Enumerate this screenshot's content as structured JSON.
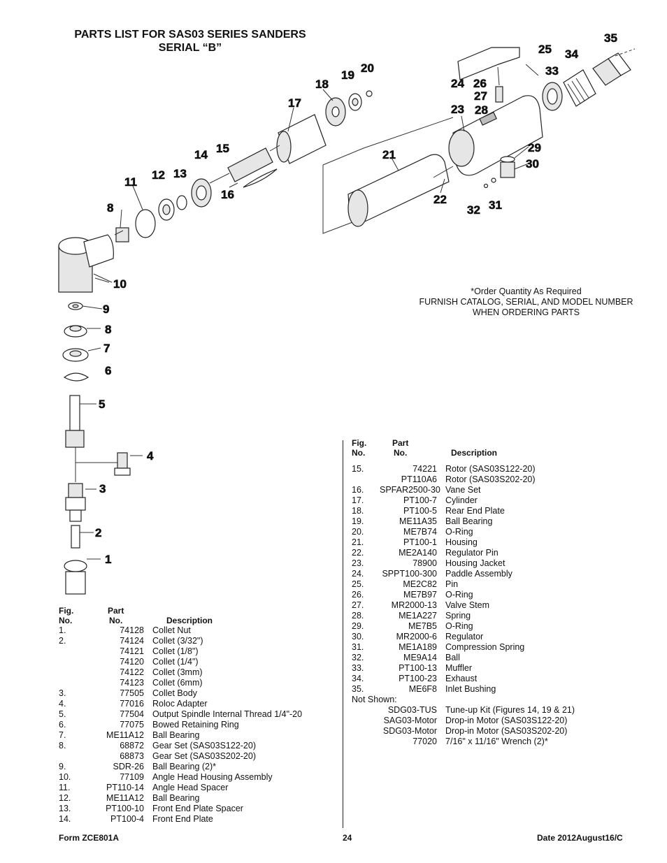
{
  "title": {
    "line1": "PARTS LIST FOR SAS03 SERIES SANDERS",
    "line2": "SERIAL “B”"
  },
  "note": {
    "line1": "*Order Quantity As Required",
    "line2": "FURNISH CATALOG, SERIAL, AND MODEL NUMBER",
    "line3": "WHEN ORDERING PARTS"
  },
  "callouts": [
    "1",
    "2",
    "3",
    "4",
    "5",
    "6",
    "7",
    "8",
    "9",
    "10",
    "11",
    "8",
    "12",
    "13",
    "14",
    "15",
    "16",
    "17",
    "18",
    "19",
    "20",
    "21",
    "22",
    "23",
    "24",
    "25",
    "26",
    "27",
    "28",
    "29",
    "30",
    "31",
    "32",
    "33",
    "34",
    "35"
  ],
  "left_table": {
    "headers": {
      "fig": "Fig.",
      "fig2": "No.",
      "part": "Part",
      "part2": "No.",
      "desc": "Description"
    },
    "rows": [
      {
        "fig": "1.",
        "part": "74128",
        "desc": "Collet Nut"
      },
      {
        "fig": "2.",
        "part": "74124",
        "desc": "Collet (3/32\")"
      },
      {
        "fig": "",
        "part": "74121",
        "desc": "Collet (1/8\")"
      },
      {
        "fig": "",
        "part": "74120",
        "desc": "Collet (1/4\")"
      },
      {
        "fig": "",
        "part": "74122",
        "desc": "Collet (3mm)"
      },
      {
        "fig": "",
        "part": "74123",
        "desc": "Collet (6mm)"
      },
      {
        "fig": "3.",
        "part": "77505",
        "desc": "Collet Body"
      },
      {
        "fig": "4.",
        "part": "77016",
        "desc": "Roloc Adapter"
      },
      {
        "fig": "5.",
        "part": "77504",
        "desc": "Output Spindle Internal Thread 1/4\"-20"
      },
      {
        "fig": "6.",
        "part": "77075",
        "desc": "Bowed Retaining Ring"
      },
      {
        "fig": "7.",
        "part": "ME11A12",
        "desc": "Ball Bearing"
      },
      {
        "fig": "8.",
        "part": "68872",
        "desc": "Gear Set (SAS03S122-20)"
      },
      {
        "fig": "",
        "part": "68873",
        "desc": "Gear Set (SAS03S202-20)"
      },
      {
        "fig": "9.",
        "part": "SDR-26",
        "desc": "Ball Bearing (2)*"
      },
      {
        "fig": "10.",
        "part": "77109",
        "desc": "Angle Head Housing Assembly"
      },
      {
        "fig": "11.",
        "part": "PT110-14",
        "desc": "Angle Head Spacer"
      },
      {
        "fig": "12.",
        "part": "ME11A12",
        "desc": "Ball Bearing"
      },
      {
        "fig": "13.",
        "part": "PT100-10",
        "desc": "Front End Plate Spacer"
      },
      {
        "fig": "14.",
        "part": "PT100-4",
        "desc": "Front End Plate"
      }
    ]
  },
  "right_table": {
    "headers": {
      "fig": "Fig.",
      "fig2": "No.",
      "part": "Part",
      "part2": "No.",
      "desc": "Description"
    },
    "rows": [
      {
        "fig": "15.",
        "part": "74221",
        "desc": "Rotor  (SAS03S122-20)"
      },
      {
        "fig": "",
        "part": "PT110A6",
        "desc": "Rotor (SAS03S202-20)"
      },
      {
        "fig": "16.",
        "part": "SPFAR2500-30",
        "desc": "Vane Set"
      },
      {
        "fig": "17.",
        "part": "PT100-7",
        "desc": "Cylinder"
      },
      {
        "fig": "18.",
        "part": "PT100-5",
        "desc": "Rear End Plate"
      },
      {
        "fig": "19.",
        "part": "ME11A35",
        "desc": "Ball Bearing"
      },
      {
        "fig": "20.",
        "part": "ME7B74",
        "desc": "O-Ring"
      },
      {
        "fig": "21.",
        "part": "PT100-1",
        "desc": "Housing"
      },
      {
        "fig": "22.",
        "part": "ME2A140",
        "desc": "Regulator Pin"
      },
      {
        "fig": "23.",
        "part": "78900",
        "desc": "Housing Jacket"
      },
      {
        "fig": "24.",
        "part": "SPPT100-300",
        "desc": "Paddle Assembly"
      },
      {
        "fig": "25.",
        "part": "ME2C82",
        "desc": "Pin"
      },
      {
        "fig": "26.",
        "part": "ME7B97",
        "desc": "O-Ring"
      },
      {
        "fig": "27.",
        "part": "MR2000-13",
        "desc": "Valve Stem"
      },
      {
        "fig": "28.",
        "part": "ME1A227",
        "desc": "Spring"
      },
      {
        "fig": "29.",
        "part": "ME7B5",
        "desc": "O-Ring"
      },
      {
        "fig": "30.",
        "part": "MR2000-6",
        "desc": "Regulator"
      },
      {
        "fig": "31.",
        "part": "ME1A189",
        "desc": "Compression Spring"
      },
      {
        "fig": "32.",
        "part": "ME9A14",
        "desc": "Ball"
      },
      {
        "fig": "33.",
        "part": "PT100-13",
        "desc": "Muffler"
      },
      {
        "fig": "34.",
        "part": "PT100-23",
        "desc": "Exhaust"
      },
      {
        "fig": "35.",
        "part": "ME6F8",
        "desc": "Inlet Bushing"
      },
      {
        "fig": "Not Shown:",
        "part": "",
        "desc": ""
      },
      {
        "fig": "",
        "part": "SDG03-TUS",
        "desc": "Tune-up Kit (Figures 14, 19 & 21)"
      },
      {
        "fig": "",
        "part": "SAG03-Motor",
        "desc": "Drop-in Motor (SAS03S122-20)"
      },
      {
        "fig": "",
        "part": "SDG03-Motor",
        "desc": "Drop-in Motor (SAS03S202-20)"
      },
      {
        "fig": "",
        "part": "77020",
        "desc": "7/16\" x 11/16\" Wrench (2)*"
      }
    ]
  },
  "footer": {
    "form": "Form ZCE801A",
    "page": "24",
    "date": "Date 2012August16/C"
  }
}
